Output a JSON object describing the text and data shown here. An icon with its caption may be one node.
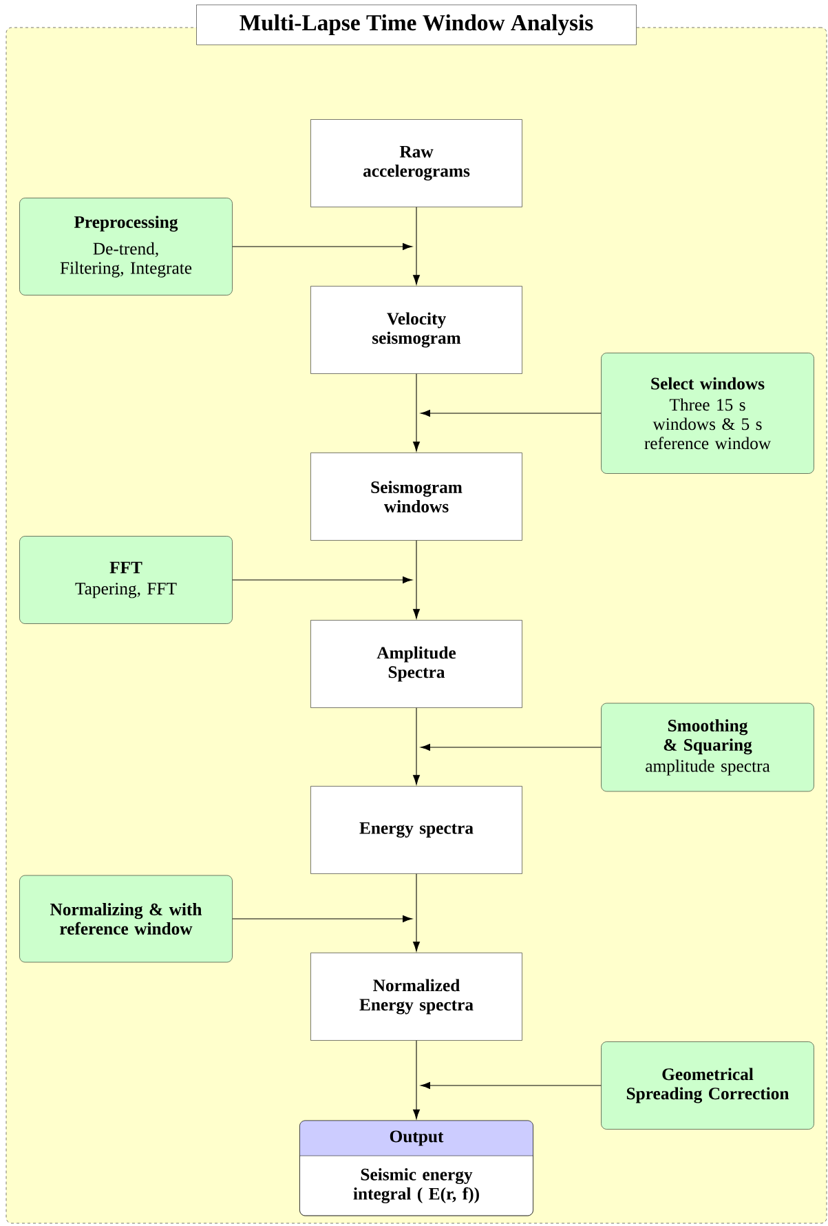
{
  "diagram": {
    "nodes": [
      {
        "text": [
          "Multi-Lapse Time Window Analysis"
        ]
      },
      {
        "text": [
          "Raw accelerograms"
        ],
        "in": 0
      },
      {
        "text": [
          "Preprocessing",
          "De-trend, Filtering, Integrate"
        ],
        "in": 0
      },
      {
        "text": [
          "Velocity seismogram"
        ],
        "in": 0
      },
      {
        "text": [
          "Select windows",
          "Three 15 s windows & 5 s reference window"
        ],
        "in": 0
      },
      {
        "text": [
          "Seismogram windows"
        ],
        "in": 0
      },
      {
        "text": [
          "FFT",
          "Tapering, FFT"
        ],
        "in": 0
      },
      {
        "text": [
          "Amplitude Spectra"
        ],
        "in": 0
      },
      {
        "text": [
          "Smoothing & Squaring",
          "amplitude spectra"
        ],
        "in": 0
      },
      {
        "text": [
          "Energy spectra"
        ],
        "in": 0
      },
      {
        "text": [
          "Normalizing & with reference window"
        ],
        "in": 0
      },
      {
        "text": [
          "Normalized Energy spectra"
        ],
        "in": 0
      },
      {
        "text": [
          "Geometrical Spreading Correction"
        ],
        "in": 0
      },
      {
        "text": [
          "Output",
          "Seismic energy integral ( E(r, f))"
        ],
        "in": 0
      }
    ],
    "edges": [
      {
        "from": 1,
        "to": 3,
        "arrow": "to"
      },
      {
        "from": 3,
        "to": 5,
        "arrow": "to"
      },
      {
        "from": 5,
        "to": 7,
        "arrow": "to"
      },
      {
        "from": 7,
        "to": 9,
        "arrow": "to"
      },
      {
        "from": 9,
        "to": 11,
        "arrow": "to"
      },
      {
        "from": 11,
        "to": 13,
        "arrow": "to"
      },
      {
        "from": 2,
        "to": null,
        "arrow": "to"
      },
      {
        "from": 4,
        "to": null,
        "arrow": "to"
      },
      {
        "from": 6,
        "to": null,
        "arrow": "to"
      },
      {
        "from": 8,
        "to": null,
        "arrow": "to"
      },
      {
        "from": 10,
        "to": null,
        "arrow": "to"
      },
      {
        "from": 12,
        "to": null,
        "arrow": "to"
      }
    ]
  }
}
